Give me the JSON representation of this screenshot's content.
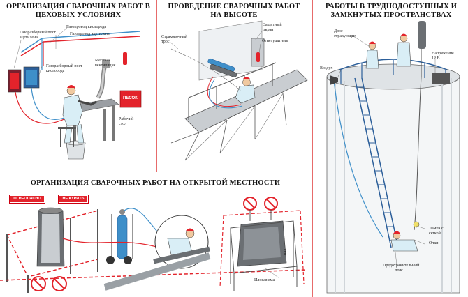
{
  "panels": {
    "workshop": {
      "title": "ОРГАНИЗАЦИЯ СВАРОЧНЫХ РАБОТ В ЦЕХОВЫХ УСЛОВИЯХ",
      "labels": {
        "oxygen_pipe": "Газопровод кислорода",
        "acetylene_pipe": "Газопровод ацетилена",
        "acetylene_post": "Газоразборный пост ацетилена",
        "oxygen_post": "Газоразборный пост кислорода",
        "local_vent": "Местная вентиляция",
        "sand": "ПЕСОК",
        "work_table": "Рабочий стол"
      }
    },
    "height": {
      "title": "ПРОВЕДЕНИЕ СВАРОЧНЫХ РАБОТ НА ВЫСОТЕ",
      "labels": {
        "safety_rope": "Страховочный трос",
        "shield": "Защитный экран",
        "extinguisher": "Огнетушитель"
      }
    },
    "confined": {
      "title": "РАБОТЫ В ТРУДНОДОСТУПНЫХ И ЗАМКНУТЫХ ПРОСТРАНСТВАХ",
      "labels": {
        "air": "Воздух",
        "observers": "Двое страхующих",
        "voltage": "Напряжение 12 В",
        "lamp": "Лампа с сеткой",
        "goggles": "Очки",
        "belt": "Предохранительный пояс"
      }
    },
    "outdoor": {
      "title": "ОРГАНИЗАЦИЯ СВАРОЧНЫХ РАБОТ НА ОТКРЫТОЙ МЕСТНОСТИ",
      "signs": {
        "flammable": "ОГНЕОПАСНО",
        "no_smoking": "НЕ КУРИТЬ"
      },
      "labels": {
        "height_dim": "1000",
        "hole": "Иловая яма"
      }
    }
  },
  "colors": {
    "border_red": "#e76b6b",
    "sign_red": "#e3232b",
    "worker_blue": "#d9eef6",
    "helmet_red": "#e3232b",
    "cylinder_blue": "#3e8fc9",
    "steel": "#c9cdd1"
  }
}
